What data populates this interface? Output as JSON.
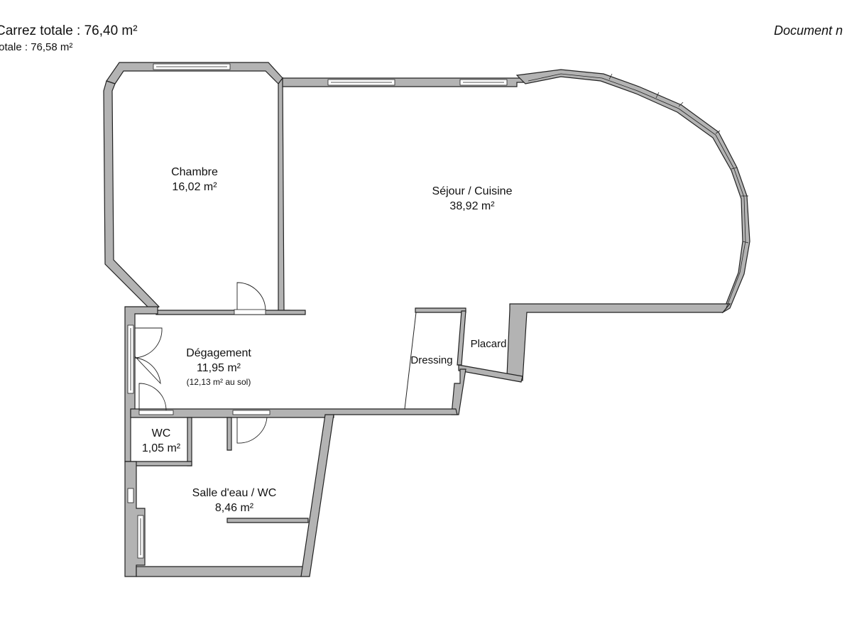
{
  "header": {
    "carrez_label": "Carrez totale :",
    "carrez_value": "76,40 m²",
    "total_label": "totale :",
    "total_value": "76,58 m²",
    "document_note": "Document n"
  },
  "rooms": {
    "chambre": {
      "name": "Chambre",
      "area": "16,02 m²"
    },
    "sejour": {
      "name": "Séjour / Cuisine",
      "area": "38,92 m²"
    },
    "degagement": {
      "name": "Dégagement",
      "area": "11,95 m²",
      "floor_area": "(12,13 m² au sol)"
    },
    "dressing": {
      "name": "Dressing"
    },
    "placard": {
      "name": "Placard"
    },
    "wc": {
      "name": "WC",
      "area": "1,05 m²"
    },
    "salle_eau": {
      "name": "Salle d'eau / WC",
      "area": "8,46 m²"
    }
  },
  "colors": {
    "wall_fill": "#b3b3b3",
    "wall_stroke": "#222222",
    "window_fill": "#ffffff",
    "background": "#ffffff"
  }
}
